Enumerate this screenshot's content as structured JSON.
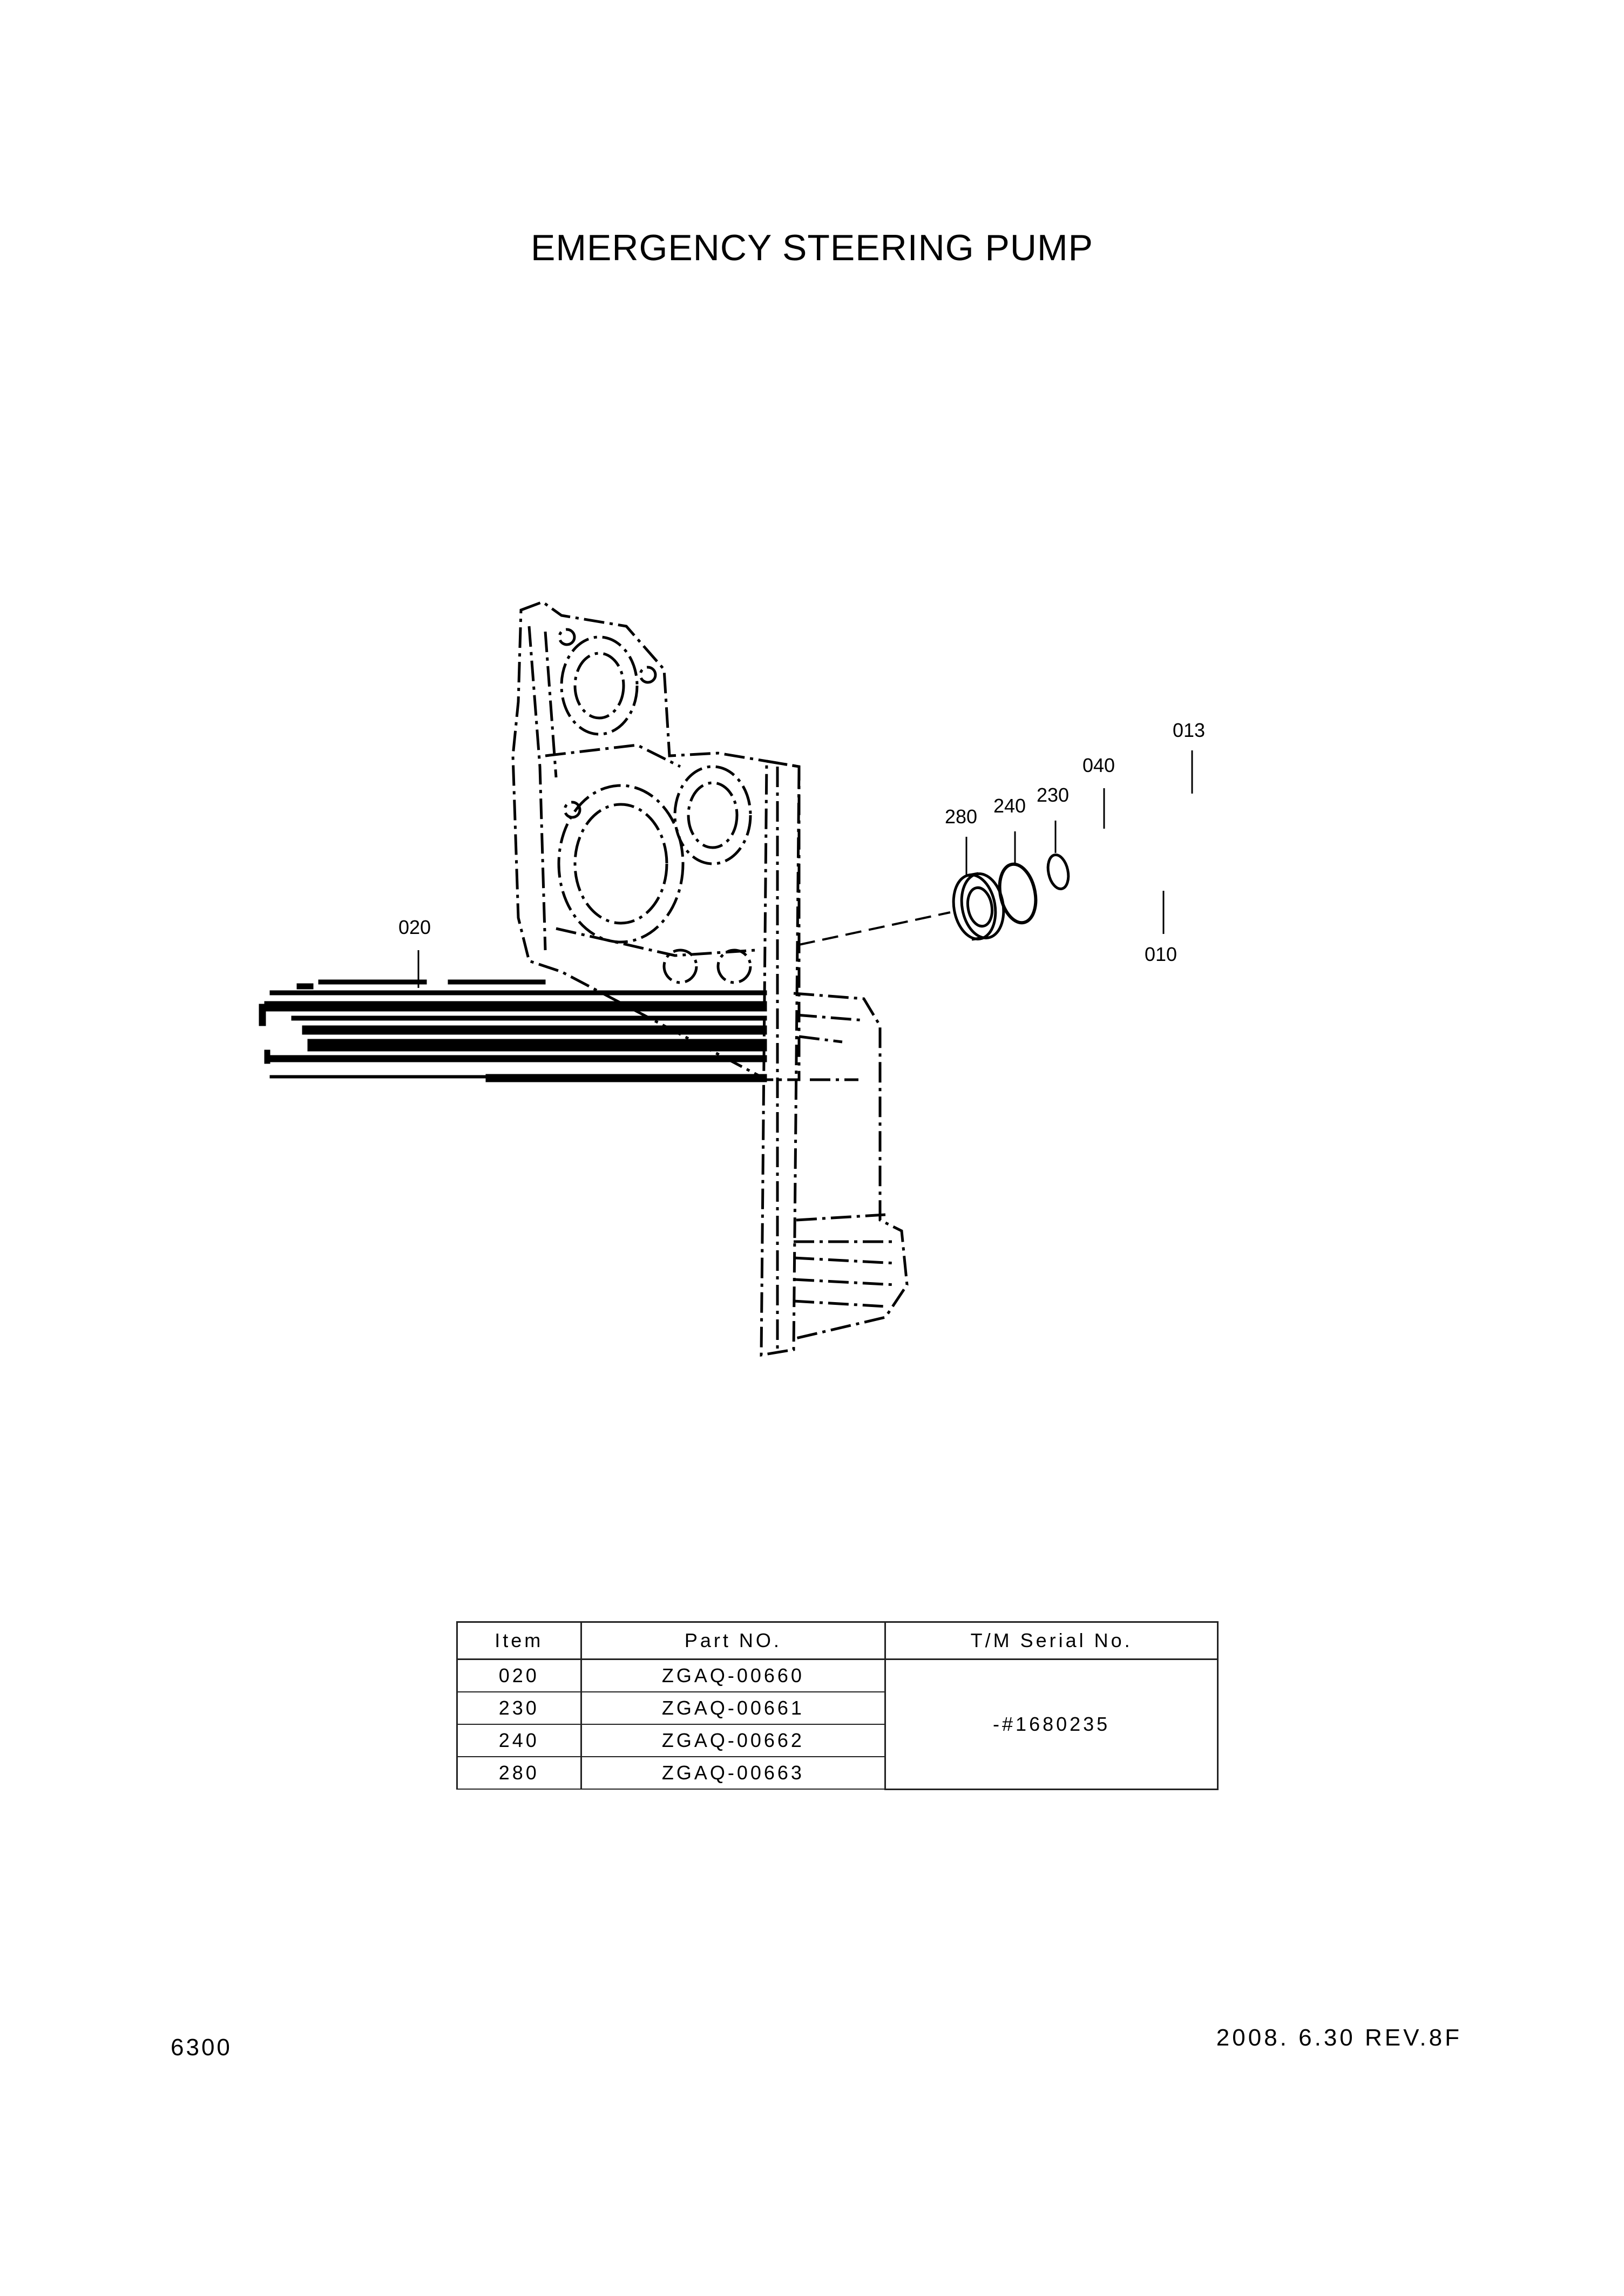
{
  "title": "EMERGENCY STEERING PUMP",
  "callouts": {
    "c013": "013",
    "c040": "040",
    "c230": "230",
    "c240": "240",
    "c280": "280",
    "c020": "020",
    "c010": "010"
  },
  "table": {
    "headers": {
      "item": "Item",
      "part_no": "Part NO.",
      "serial": "T/M Serial No."
    },
    "rows": [
      {
        "item": "020",
        "part_no": "ZGAQ-00660"
      },
      {
        "item": "230",
        "part_no": "ZGAQ-00661"
      },
      {
        "item": "240",
        "part_no": "ZGAQ-00662"
      },
      {
        "item": "280",
        "part_no": "ZGAQ-00663"
      }
    ],
    "serial_range": "-#1680235"
  },
  "footer": {
    "page_number": "6300",
    "date_rev": "2008. 6.30  REV.8F"
  }
}
